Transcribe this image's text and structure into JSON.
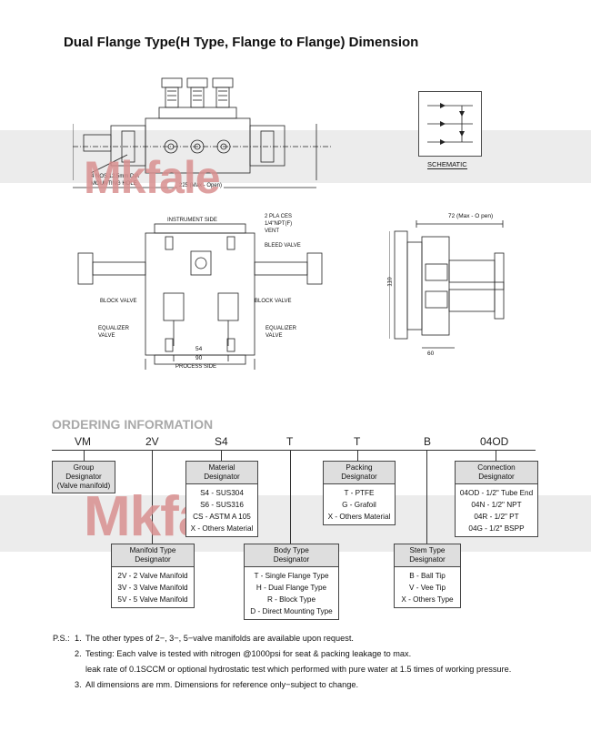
{
  "title": "Dual Flange Type(H Type, Flange to Flange) Dimension",
  "watermark": "Mkfale",
  "drawing": {
    "schematic_label": "SCHEMATIC",
    "mounting_hole": [
      "4 NOS.12.5mm DIA",
      "MOUNTING HOLE"
    ],
    "width_top": "225 (Max - Open)",
    "instrument_side": "INSTRUMENT SIDE",
    "plug": [
      "2 PLA   CES",
      "1/4\"NPT(F)",
      "VENT"
    ],
    "bleed_valve": "BLEED VALVE",
    "block_valve_left": "BLOCK VALVE",
    "block_valve_right": "BLOCK VALVE",
    "equalizer_left": [
      "EQUALIZER",
      "VALVE"
    ],
    "equalizer_right": [
      "EQUALIZER",
      "VALVE"
    ],
    "dim_54": "54",
    "dim_90": "90",
    "process_side": "PROCESS SIDE",
    "side_width": "72 (Max - O pen)",
    "side_height": "110",
    "side_bottom": "60"
  },
  "ordering": {
    "heading": "ORDERING INFORMATION",
    "codes": [
      "VM",
      "2V",
      "S4",
      "T",
      "T",
      "B",
      "04OD"
    ],
    "group": {
      "header": [
        "Group Designator",
        "(Valve manifold)"
      ]
    },
    "material": {
      "header": [
        "Material",
        "Designator"
      ],
      "items": [
        "S4 - SUS304",
        "S6 - SUS316",
        "CS - ASTM A 105",
        "X - Others Material"
      ]
    },
    "packing": {
      "header": [
        "Packing",
        "Designator"
      ],
      "items": [
        "T - PTFE",
        "G - Grafoil",
        "X - Others Material"
      ]
    },
    "connection": {
      "header": [
        "Connection",
        "Designator"
      ],
      "items": [
        "04OD - 1/2\" Tube End",
        "04N - 1/2\" NPT",
        "04R - 1/2\" PT",
        "04G - 1/2\" BSPP"
      ]
    },
    "manifold": {
      "header": [
        "Manifold Type",
        "Designator"
      ],
      "items": [
        "2V - 2 Valve Manifold",
        "3V - 3 Valve Manifold",
        "5V - 5 Valve Manifold"
      ]
    },
    "body": {
      "header": [
        "Body Type",
        "Designator"
      ],
      "items": [
        "T - Single Flange Type",
        "H - Dual Flange Type",
        "R - Block Type",
        "D - Direct Mounting Type"
      ]
    },
    "stem": {
      "header": [
        "Stem Type",
        "Designator"
      ],
      "items": [
        "B - Ball Tip",
        "V - Vee Tip",
        "X - Others Type"
      ]
    }
  },
  "notes": {
    "prefix": "P.S.:",
    "n1_num": "1.",
    "n1": "The other types of 2−, 3−, 5−valve manifolds are available upon request.",
    "n2_num": "2.",
    "n2": "Testing: Each valve is tested with nitrogen @1000psi for seat & packing leakage to max.",
    "n2b": "leak rate of 0.1SCCM or optional hydrostatic test which performed with pure water at 1.5 times of working pressure.",
    "n3_num": "3.",
    "n3": "All dimensions are mm. Dimensions for reference only−subject to change."
  }
}
